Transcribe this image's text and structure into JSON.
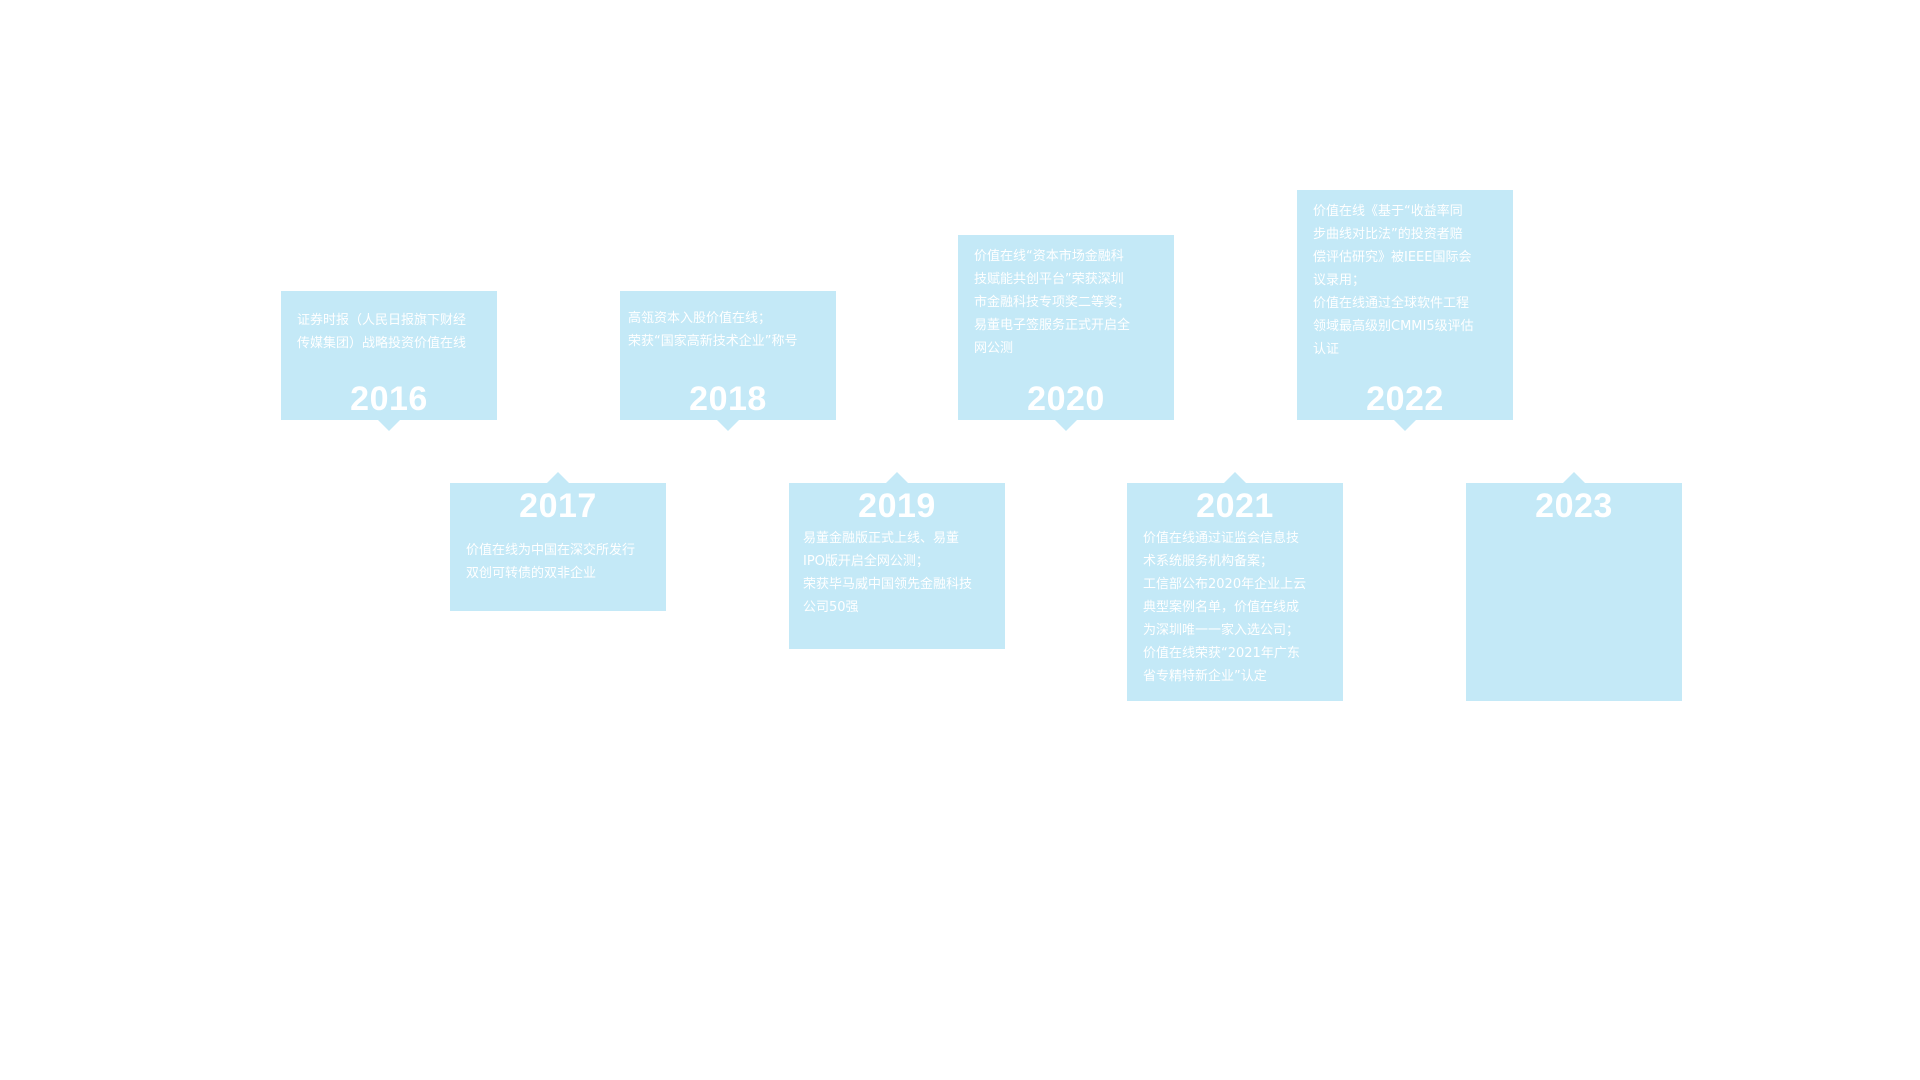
{
  "timeline": {
    "items": [
      {
        "year": "2016",
        "text": "证券时报（人民日报旗下财经\n传媒集团）战略投资价值在线"
      },
      {
        "year": "2017",
        "text": "价值在线为中国在深交所发行\n双创可转债的双非企业"
      },
      {
        "year": "2018",
        "text": "高瓴资本入股价值在线；\n荣获“国家高新技术企业”称号"
      },
      {
        "year": "2019",
        "text": "易董金融版正式上线、易董\nIPO版开启全网公测；\n荣获毕马威中国领先金融科技\n公司50强"
      },
      {
        "year": "2020",
        "text": "价值在线“资本市场金融科\n技赋能共创平台”荣获深圳\n市金融科技专项奖二等奖；\n易董电子签服务正式开启全\n网公测"
      },
      {
        "year": "2021",
        "text": "价值在线通过证监会信息技\n术系统服务机构备案；\n工信部公布2020年企业上云\n典型案例名单，价值在线成\n为深圳唯一一家入选公司；\n价值在线荣获“2021年广东\n省专精特新企业”认定"
      },
      {
        "year": "2022",
        "text": "价值在线《基于“收益率同\n步曲线对比法”的投资者赔\n偿评估研究》被IEEE国际会\n议录用；\n价值在线通过全球软件工程\n领域最高级别CMMI5级评估\n认证"
      },
      {
        "year": "2023",
        "text": ""
      }
    ]
  },
  "colors": {
    "card_background": "#c4e9f7",
    "text": "#ffffff",
    "page_background": "#ffffff"
  }
}
